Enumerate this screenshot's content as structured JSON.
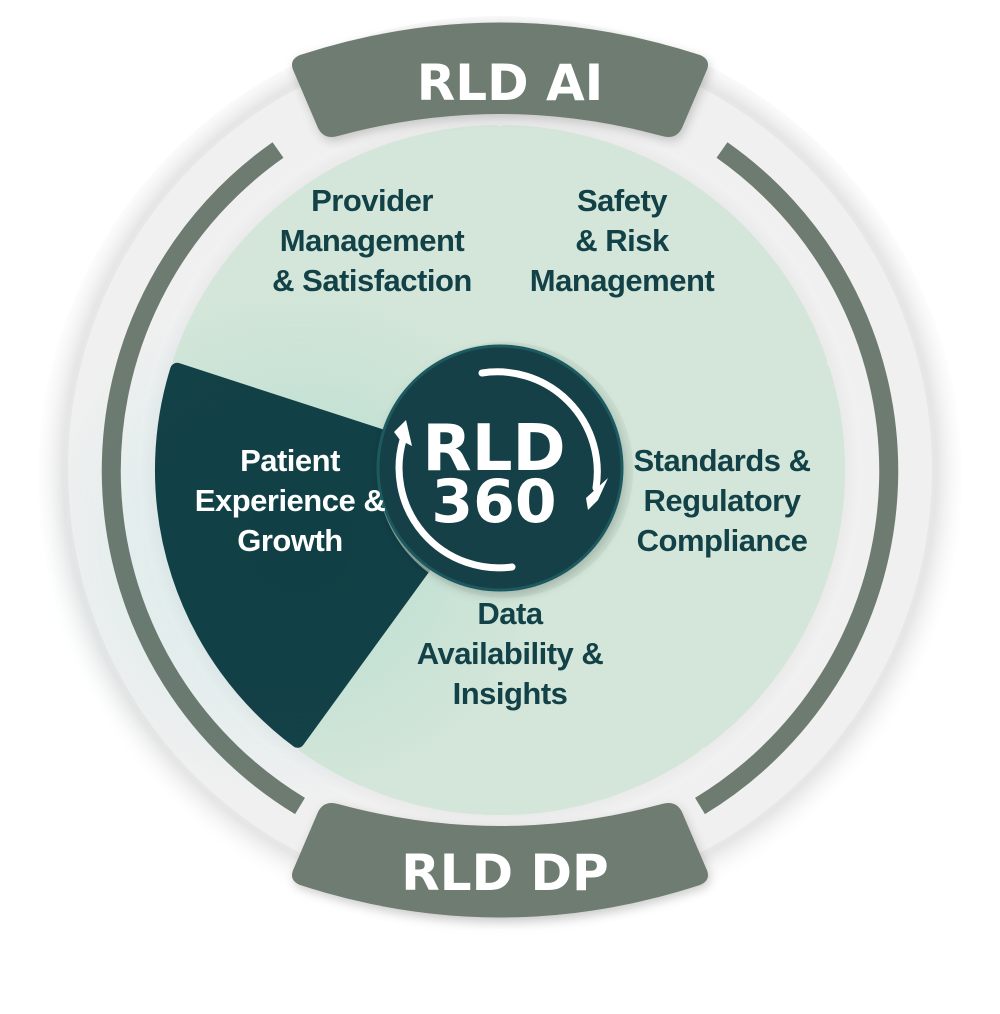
{
  "diagram": {
    "type": "circular-wheel",
    "hub": {
      "line1": "RLD",
      "line2": "360",
      "icon": "circular-arrows-icon"
    },
    "top_banner": {
      "label": "RLD AI"
    },
    "bottom_banner": {
      "label": "RLD DP"
    },
    "segments": [
      {
        "id": "provider",
        "lines": [
          "Provider",
          "Management",
          "& Satisfaction"
        ],
        "highlighted": false
      },
      {
        "id": "safety",
        "lines": [
          "Safety",
          "& Risk",
          "Management"
        ],
        "highlighted": false
      },
      {
        "id": "standards",
        "lines": [
          "Standards &",
          "Regulatory",
          "Compliance"
        ],
        "highlighted": false
      },
      {
        "id": "data",
        "lines": [
          "Data",
          "Availability &",
          "Insights"
        ],
        "highlighted": false
      },
      {
        "id": "patient",
        "lines": [
          "Patient",
          "Experience &",
          "Growth"
        ],
        "highlighted": true
      }
    ],
    "colors": {
      "segment_fill": "#d4e6d9",
      "segment_highlight": "#124147",
      "segment_text": "#124147",
      "highlight_text": "#ffffff",
      "ring_band": "#6e7b71",
      "banner": "#6e7b71",
      "hub": "#124147",
      "outer_ring": "#efefef",
      "glow": "#bff0ee"
    }
  }
}
